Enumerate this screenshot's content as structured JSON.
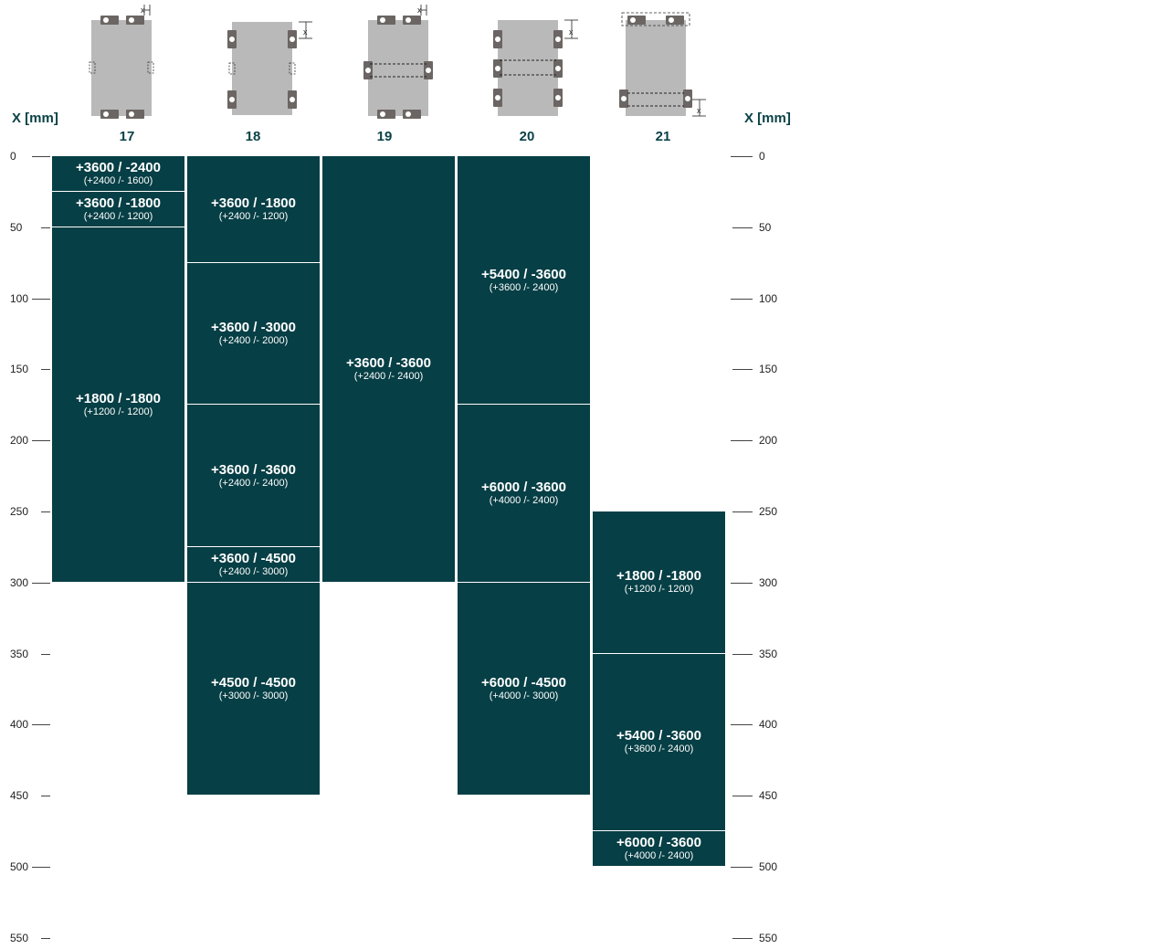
{
  "axis": {
    "title_left": "X [mm]",
    "title_right": "X [mm]",
    "ticks": [
      0,
      50,
      100,
      150,
      200,
      250,
      300,
      350,
      400,
      450,
      500,
      550
    ]
  },
  "columns": [
    {
      "number": "17",
      "icon": "plate-with-top-bottom-clamps-icon",
      "blocks": [
        {
          "from": 0,
          "to": 25,
          "main": "+3600 / -2400",
          "sub": "(+2400 /- 1600)"
        },
        {
          "from": 25,
          "to": 50,
          "main": "+3600 / -1800",
          "sub": "(+2400 /- 1200)"
        },
        {
          "from": 50,
          "to": 300,
          "main": "+1800 / -1800",
          "sub": "(+1200 /- 1200)"
        }
      ]
    },
    {
      "number": "18",
      "icon": "plate-with-side-clamps-icon",
      "blocks": [
        {
          "from": 0,
          "to": 75,
          "main": "+3600 / -1800",
          "sub": "(+2400 /- 1200)"
        },
        {
          "from": 75,
          "to": 175,
          "main": "+3600 / -3000",
          "sub": "(+2400 /- 2000)"
        },
        {
          "from": 175,
          "to": 275,
          "main": "+3600 / -3600",
          "sub": "(+2400 /- 2400)"
        },
        {
          "from": 275,
          "to": 300,
          "main": "+3600 / -4500",
          "sub": "(+2400 /- 3000)"
        },
        {
          "from": 300,
          "to": 450,
          "main": "+4500 / -4500",
          "sub": "(+3000 /- 3000)"
        }
      ]
    },
    {
      "number": "19",
      "icon": "plate-with-top-bottom-and-middle-clamps-icon",
      "blocks": [
        {
          "from": 0,
          "to": 300,
          "main": "+3600 / -3600",
          "sub": "(+2400 /- 2400)"
        }
      ]
    },
    {
      "number": "20",
      "icon": "plate-with-three-side-clamps-icon",
      "blocks": [
        {
          "from": 0,
          "to": 175,
          "main": "+5400 / -3600",
          "sub": "(+3600 /- 2400)"
        },
        {
          "from": 175,
          "to": 300,
          "main": "+6000 / -3600",
          "sub": "(+4000 /- 2400)"
        },
        {
          "from": 300,
          "to": 450,
          "main": "+6000 / -4500",
          "sub": "(+4000 /- 3000)"
        }
      ]
    },
    {
      "number": "21",
      "icon": "plate-with-top-and-lower-side-clamps-icon",
      "blocks": [
        {
          "from": 250,
          "to": 350,
          "main": "+1800 / -1800",
          "sub": "(+1200 /- 1200)"
        },
        {
          "from": 350,
          "to": 475,
          "main": "+5400 / -3600",
          "sub": "(+3600 /- 2400)"
        },
        {
          "from": 475,
          "to": 500,
          "main": "+6000 / -3600",
          "sub": "(+4000 /- 2400)"
        }
      ]
    }
  ],
  "icon_label": "x",
  "colors": {
    "block": "#063f45",
    "text_accent": "#0a4246",
    "plate": "#b9b9b9",
    "clamp": "#6b6663"
  }
}
